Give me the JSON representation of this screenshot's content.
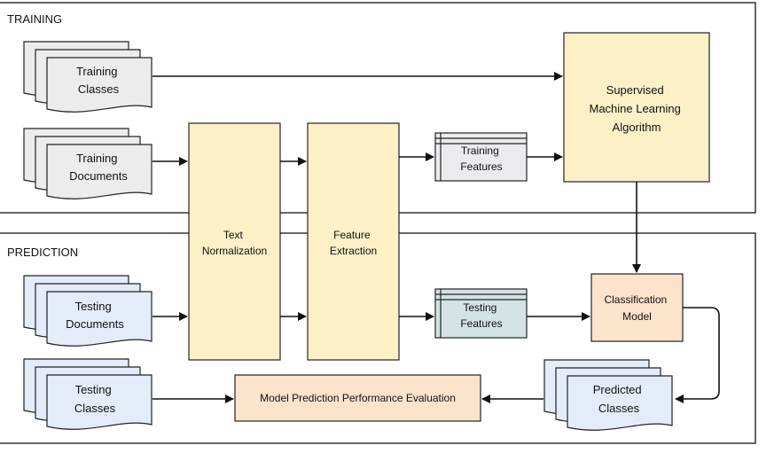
{
  "sections": {
    "training": "TRAINING",
    "prediction": "PREDICTION"
  },
  "nodes": {
    "training_classes": [
      "Training",
      "Classes"
    ],
    "training_documents": [
      "Training",
      "Documents"
    ],
    "testing_documents": [
      "Testing",
      "Documents"
    ],
    "testing_classes": [
      "Testing",
      "Classes"
    ],
    "predicted_classes": [
      "Predicted",
      "Classes"
    ],
    "text_normalization": [
      "Text",
      "Normalization"
    ],
    "feature_extraction": [
      "Feature",
      "Extraction"
    ],
    "training_features": [
      "Training",
      "Features"
    ],
    "testing_features": [
      "Testing",
      "Features"
    ],
    "supervised_ml": [
      "Supervised",
      "Machine Learning",
      "Algorithm"
    ],
    "classification_model": [
      "Classification",
      "Model"
    ],
    "evaluation": "Model Prediction Performance Evaluation"
  },
  "colors": {
    "doc_gray": "#ececec",
    "doc_blue": "#e3ecf8",
    "process_yellow": "#fdf0c6",
    "model_peach": "#fbe3cc",
    "features_gray": "#ebebef",
    "features_teal": "#d3e3e3",
    "stroke": "#222222"
  }
}
